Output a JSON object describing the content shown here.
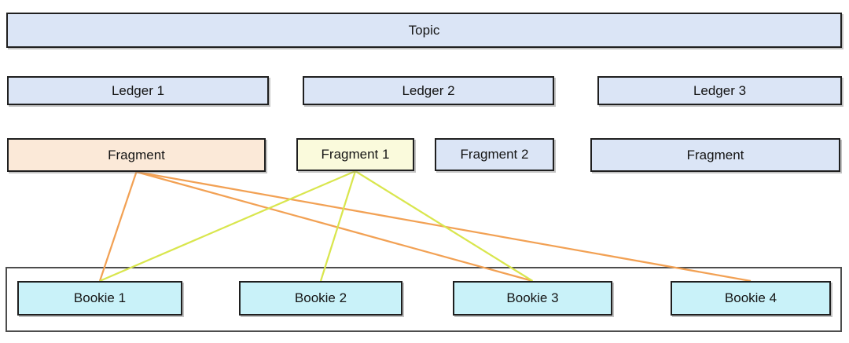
{
  "diagram": {
    "title": "Topic / Ledger / Fragment / Bookie diagram",
    "nodes": {
      "topic": {
        "label": "Topic",
        "fill": "blue"
      },
      "ledger1": {
        "label": "Ledger 1",
        "fill": "blue"
      },
      "ledger2": {
        "label": "Ledger 2",
        "fill": "blue"
      },
      "ledger3": {
        "label": "Ledger 3",
        "fill": "blue"
      },
      "fragmentL1": {
        "label": "Fragment",
        "fill": "orange"
      },
      "fragment1": {
        "label": "Fragment 1",
        "fill": "yellow"
      },
      "fragment2": {
        "label": "Fragment 2",
        "fill": "blue"
      },
      "fragmentL3": {
        "label": "Fragment",
        "fill": "blue"
      },
      "bookie1": {
        "label": "Bookie 1",
        "fill": "cyan"
      },
      "bookie2": {
        "label": "Bookie 2",
        "fill": "cyan"
      },
      "bookie3": {
        "label": "Bookie 3",
        "fill": "cyan"
      },
      "bookie4": {
        "label": "Bookie 4",
        "fill": "cyan"
      }
    },
    "colors": {
      "box_blue": "#DBE5F6",
      "box_orange": "#FBE9D8",
      "box_yellow": "#FAFADC",
      "box_cyan": "#C9F2F9",
      "line_orange": "#F2A154",
      "line_yellow": "#D9E64E"
    },
    "connections": [
      {
        "from": "fragmentL1",
        "to": "bookie1",
        "color": "orange"
      },
      {
        "from": "fragmentL1",
        "to": "bookie3",
        "color": "orange"
      },
      {
        "from": "fragmentL1",
        "to": "bookie4",
        "color": "orange"
      },
      {
        "from": "fragment1",
        "to": "bookie1",
        "color": "yellow"
      },
      {
        "from": "fragment1",
        "to": "bookie2",
        "color": "yellow"
      },
      {
        "from": "fragment1",
        "to": "bookie3",
        "color": "yellow"
      }
    ]
  }
}
